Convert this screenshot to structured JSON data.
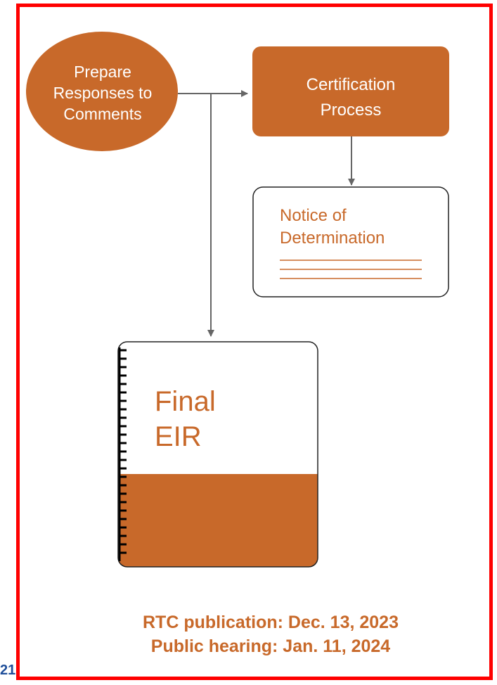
{
  "colors": {
    "accent": "#c8692a",
    "frame": "#ff0000",
    "arrow": "#666666",
    "page_number": "#1f4e99"
  },
  "diagram": {
    "prepare": [
      "Prepare",
      "Responses to",
      "Comments"
    ],
    "certification": [
      "Certification",
      "Process"
    ],
    "notice": [
      "Notice of",
      "Determination"
    ],
    "final_eir": [
      "Final",
      "EIR"
    ]
  },
  "dates": {
    "rtc": "RTC publication:  Dec. 13, 2023",
    "hearing": "Public hearing: Jan. 11, 2024"
  },
  "page_number": "21"
}
